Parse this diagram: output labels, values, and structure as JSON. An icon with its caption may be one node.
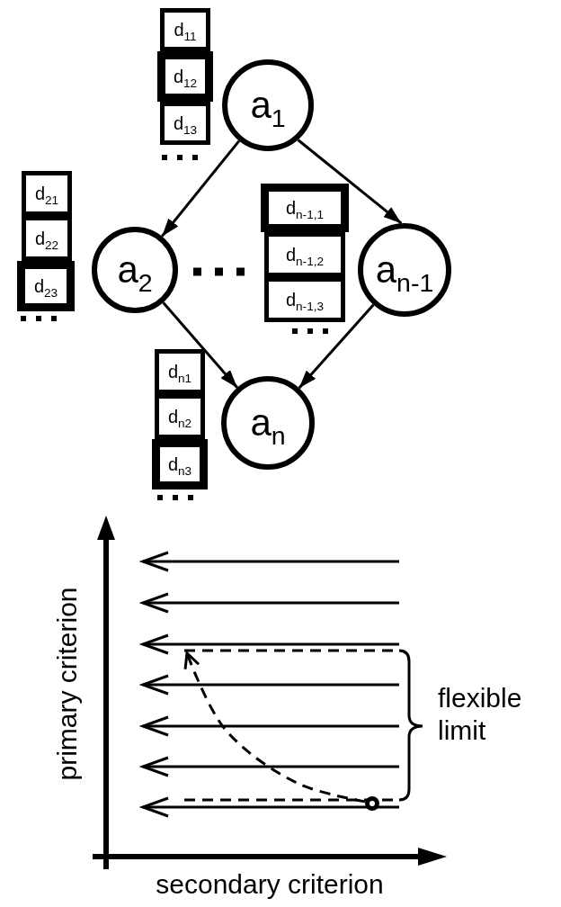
{
  "diagram": {
    "nodes": [
      {
        "text": [
          "d$_{11}$"
        ]
      },
      {
        "text": [
          "d$_{12}$"
        ]
      },
      {
        "text": [
          "d$_{13}$"
        ]
      },
      {
        "text": [
          "a$_{1}$"
        ]
      },
      {
        "text": [
          "d$_{21}$"
        ]
      },
      {
        "text": [
          "d$_{22}$"
        ]
      },
      {
        "text": [
          "d$_{23}$"
        ]
      },
      {
        "text": [
          "d$_{n-1,1}$"
        ]
      },
      {
        "text": [
          "a$_{2}$"
        ]
      },
      {
        "text": [
          "d$_{n-1,2}$"
        ]
      },
      {
        "text": [
          "d$_{n-1,3}$"
        ]
      },
      {
        "text": [
          "a$_{n-1}$"
        ]
      },
      {
        "text": [
          "d$_{n1}$"
        ]
      },
      {
        "text": [
          "d$_{n2}$"
        ]
      },
      {
        "text": [
          "d$_{n3}$"
        ]
      },
      {
        "text": [
          "a$_{n}$"
        ]
      },
      {
        "text": [],
        "shape": "circle"
      }
    ],
    "edges": [
      {
        "from": 3,
        "to": 8,
        "arrow": "to"
      },
      {
        "from": 3,
        "to": 11,
        "arrow": "to"
      },
      {
        "from": 8,
        "to": 15,
        "arrow": "to"
      },
      {
        "from": 11,
        "to": 15,
        "arrow": "to"
      },
      {
        "from": 16,
        "to": null,
        "arrow": "to",
        "style": "dashed"
      }
    ],
    "labels": [
      "flexible limit",
      "primary criterion",
      "secondary criterion"
    ]
  }
}
